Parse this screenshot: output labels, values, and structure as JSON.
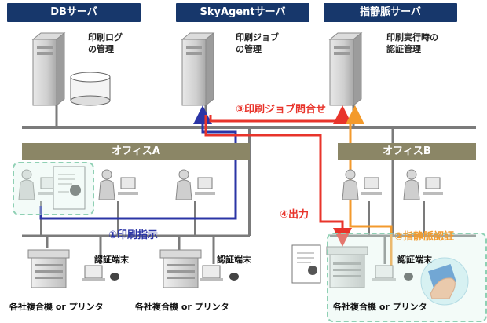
{
  "servers": {
    "db": {
      "title": "DBサーバ",
      "note_line1": "印刷ログ",
      "note_line2": "の管理"
    },
    "skyagent": {
      "title": "SkyAgentサーバ",
      "note_line1": "印刷ジョブ",
      "note_line2": "の管理"
    },
    "vein": {
      "title": "指静脈サーバ",
      "note_line1": "印刷実行時の",
      "note_line2": "認証管理"
    }
  },
  "offices": {
    "a": "オフィスA",
    "b": "オフィスB"
  },
  "steps": {
    "step1": "①印刷指示",
    "step2": "②指静脈認証",
    "step3": "③印刷ジョブ問合せ",
    "step4": "④出力"
  },
  "labels": {
    "auth_terminal": "認証端末",
    "mfp_or_printer": "各社複合機 or プリンタ"
  },
  "colors": {
    "header_navy": "#17376b",
    "office_bar": "#8b8666",
    "step1_blue": "#2b35a6",
    "step2_orange": "#f39a2c",
    "step3_red": "#e8342b",
    "step4_red": "#e8342b",
    "network_gray": "#7b7b7b"
  },
  "icons": [
    "server-tower-icon",
    "database-cylinder-icon",
    "pc-user-icon",
    "document-icon",
    "printer-mfp-icon",
    "auth-terminal-icon",
    "finger-vein-scan-icon"
  ]
}
